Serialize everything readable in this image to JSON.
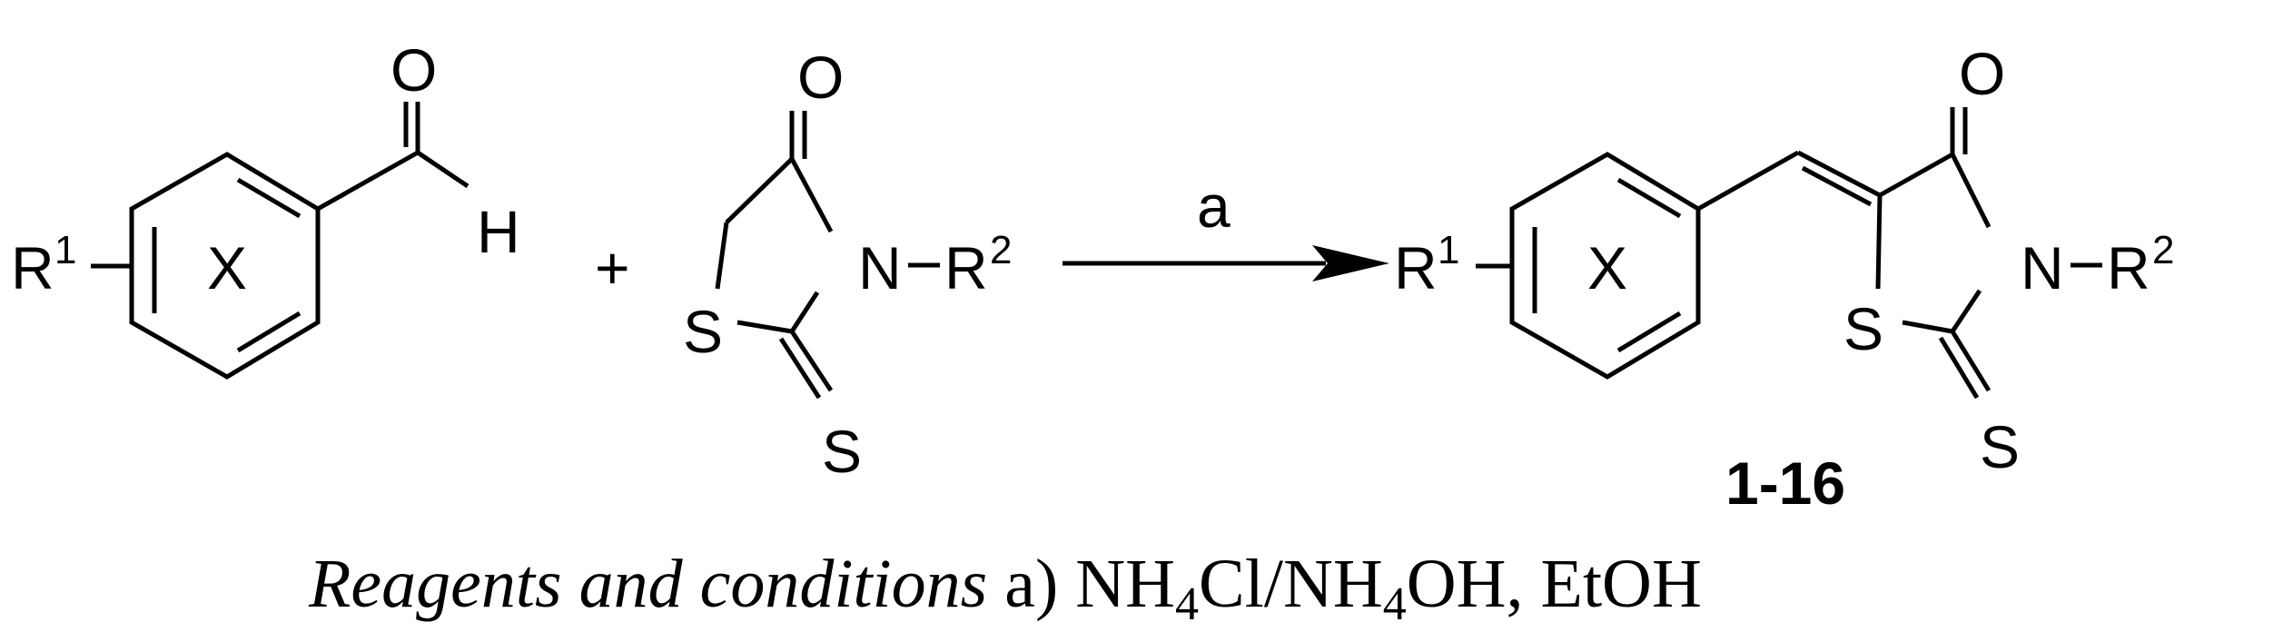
{
  "reactant1": {
    "oxygen": "O",
    "hydrogen": "H",
    "ring_label": "X",
    "substituent": "R",
    "substituent_sup": "1"
  },
  "plus_sign": "+",
  "reactant2": {
    "oxygen": "O",
    "nitrogen": "N",
    "ring_sulfur": "S",
    "thione_sulfur": "S",
    "substituent": "R",
    "substituent_sup": "2"
  },
  "arrow": {
    "label": "a"
  },
  "product": {
    "ring_label": "X",
    "substituent1": "R",
    "substituent1_sup": "1",
    "oxygen": "O",
    "nitrogen": "N",
    "ring_sulfur": "S",
    "thione_sulfur": "S",
    "substituent2": "R",
    "substituent2_sup": "2",
    "compound_label": "1-16"
  },
  "caption": {
    "italic_part": "Reagents and conditions",
    "step": " a) NH",
    "sub1": "4",
    "mid": "Cl/NH",
    "sub2": "4",
    "end": "OH, EtOH"
  }
}
